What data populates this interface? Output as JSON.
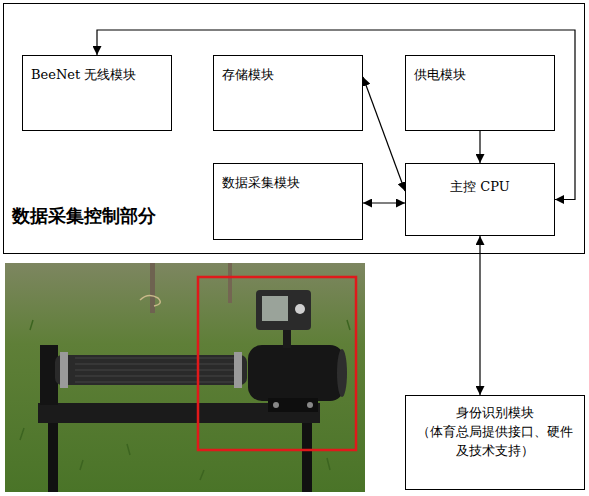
{
  "diagram": {
    "nodes": [
      {
        "text": [
          "数据采集控制部分"
        ]
      },
      {
        "text": [
          "BeeNet 无线模块"
        ],
        "in": 0
      },
      {
        "text": [
          "存储模块"
        ],
        "in": 0
      },
      {
        "text": [
          "供电模块"
        ],
        "in": 0
      },
      {
        "text": [
          "数据采集模块"
        ],
        "in": 0
      },
      {
        "text": [
          "主控 CPU"
        ],
        "in": 0
      },
      {
        "text": [
          "身份识别模块",
          "（体育总局提供接口、硬件及技术支持）"
        ]
      }
    ],
    "edges": [
      {
        "from": 5,
        "to": 1,
        "arrow": "both"
      },
      {
        "from": 2,
        "to": 5,
        "arrow": "both"
      },
      {
        "from": 3,
        "to": 5,
        "arrow": "to"
      },
      {
        "from": 4,
        "to": 5,
        "arrow": "both"
      },
      {
        "from": 5,
        "to": 6,
        "arrow": "both"
      }
    ]
  }
}
